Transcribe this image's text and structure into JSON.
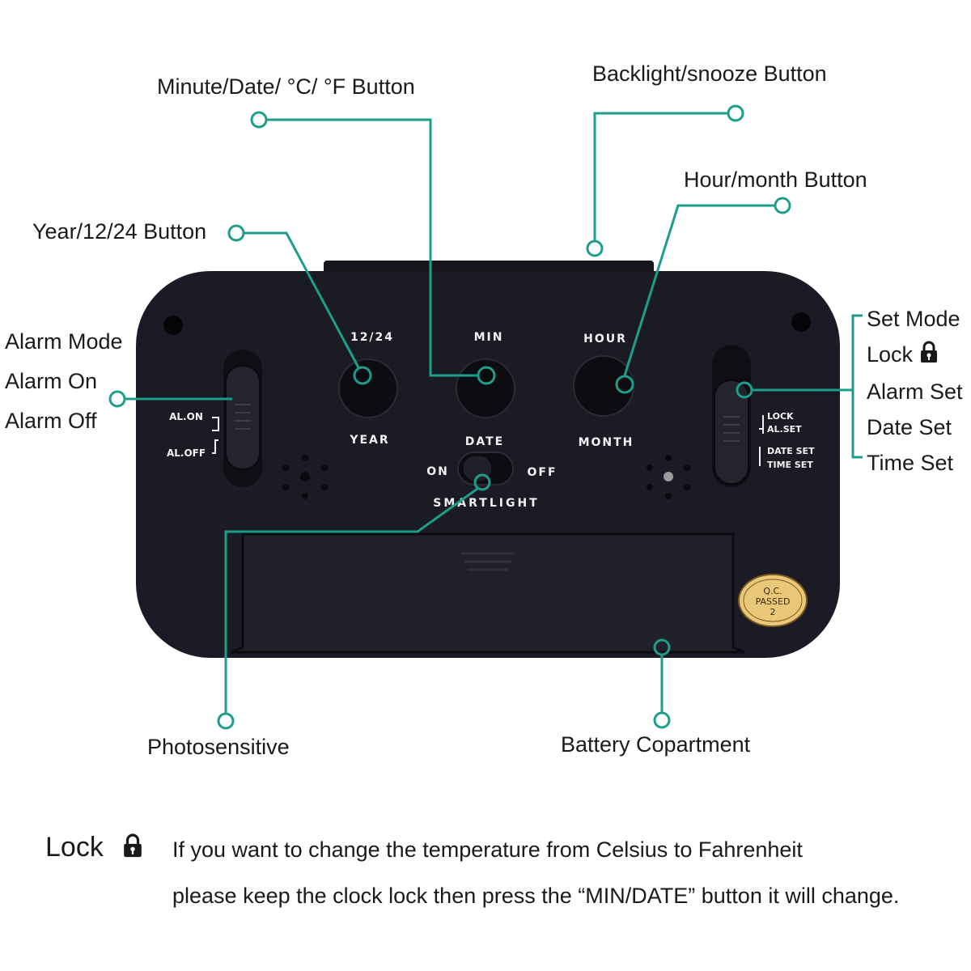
{
  "callouts": {
    "min_date_button": "Minute/Date/ °C/ °F Button",
    "backlight_button": "Backlight/snooze Button",
    "hour_button": "Hour/month Button",
    "year_button": "Year/12/24 Button",
    "photosensitive": "Photosensitive",
    "battery": "Battery Copartment"
  },
  "alarm_labels": [
    "Alarm Mode",
    "Alarm On",
    "Alarm Off"
  ],
  "setmode_labels": {
    "set_mode": "Set Mode",
    "lock": "Lock",
    "alarm_set": "Alarm Set",
    "date_set": "Date Set",
    "time_set": "Time Set"
  },
  "device": {
    "btn_12_24": "12/24",
    "btn_min": "MIN",
    "btn_hour": "HOUR",
    "lbl_year": "YEAR",
    "lbl_date": "DATE",
    "lbl_month": "MONTH",
    "on": "ON",
    "off": "OFF",
    "smartlight": "SMARTLIGHT",
    "al_on": "AL.ON",
    "al_off": "AL.OFF",
    "lock": "LOCK",
    "al_set": "AL.SET",
    "date_set": "DATE SET",
    "time_set": "TIME SET",
    "qc_line1": "Q.C.",
    "qc_line2": "PASSED",
    "qc_line3": "2"
  },
  "note": {
    "title": "Lock",
    "line1": "If you want to change the temperature from Celsius to Fahrenheit",
    "line2": "please keep the clock lock then press the “MIN/DATE” button it will change."
  },
  "colors": {
    "callout": "#1e9e8a",
    "device": "#1a1b24",
    "text": "#1a1a1a"
  },
  "icons": [
    "lock-icon"
  ]
}
